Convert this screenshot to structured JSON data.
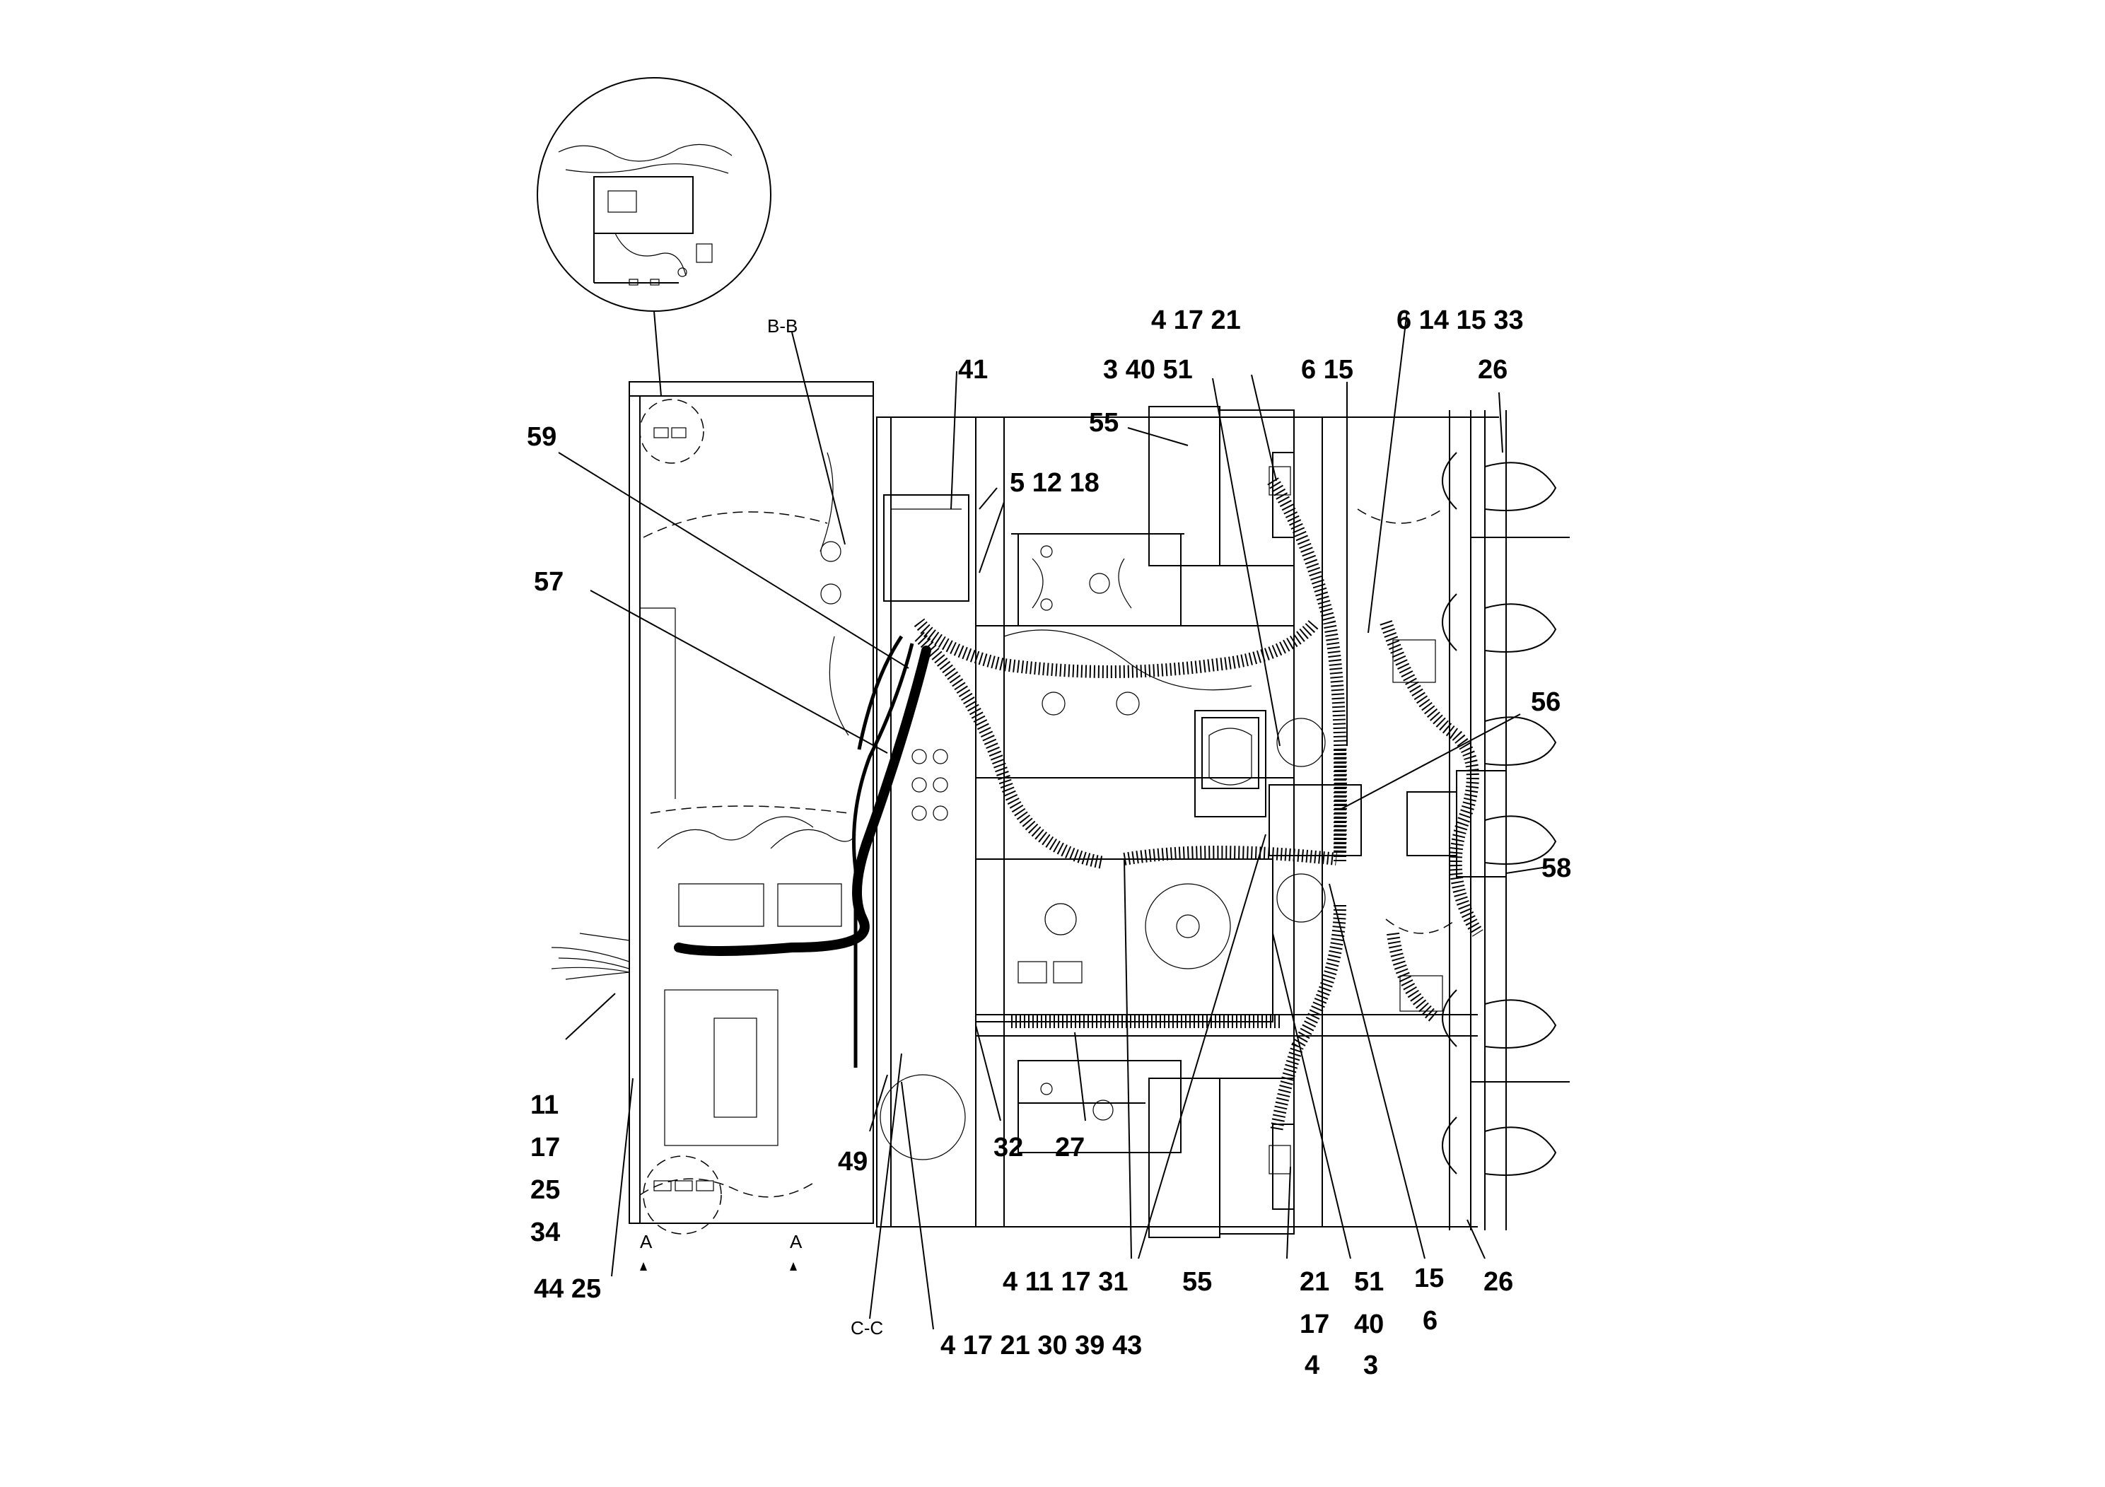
{
  "sections": {
    "bb": "B-B",
    "cc": "C-C",
    "a_left": "A",
    "a_right": "A"
  },
  "callouts": {
    "c_4_17_21_top": "4  17  21",
    "c_3_40_51": "3  40  51",
    "c_6_14_15_33": "6  14  15  33",
    "c_6_15": "6   15",
    "c_26_top": "26",
    "c_55_top": "55",
    "c_41": "41",
    "c_5_12_18": "5   12  18",
    "c_59": "59",
    "c_57": "57",
    "c_56": "56",
    "c_58": "58",
    "c_11": "11",
    "c_17": "17",
    "c_25": "25",
    "c_34": "34",
    "c_44_25": "44  25",
    "c_49": "49",
    "c_32": "32",
    "c_27": "27",
    "c_4_11_17_31": "4   11   17  31",
    "c_55_bottom": "55",
    "c_21": "21",
    "c_51": "51",
    "c_15": "15",
    "c_26_bottom": "26",
    "c_17_b": "17",
    "c_40": "40",
    "c_6": "6",
    "c_4": "4",
    "c_3": "3",
    "c_4_17_21_30_39_43": "4  17  21  30  39  43"
  }
}
